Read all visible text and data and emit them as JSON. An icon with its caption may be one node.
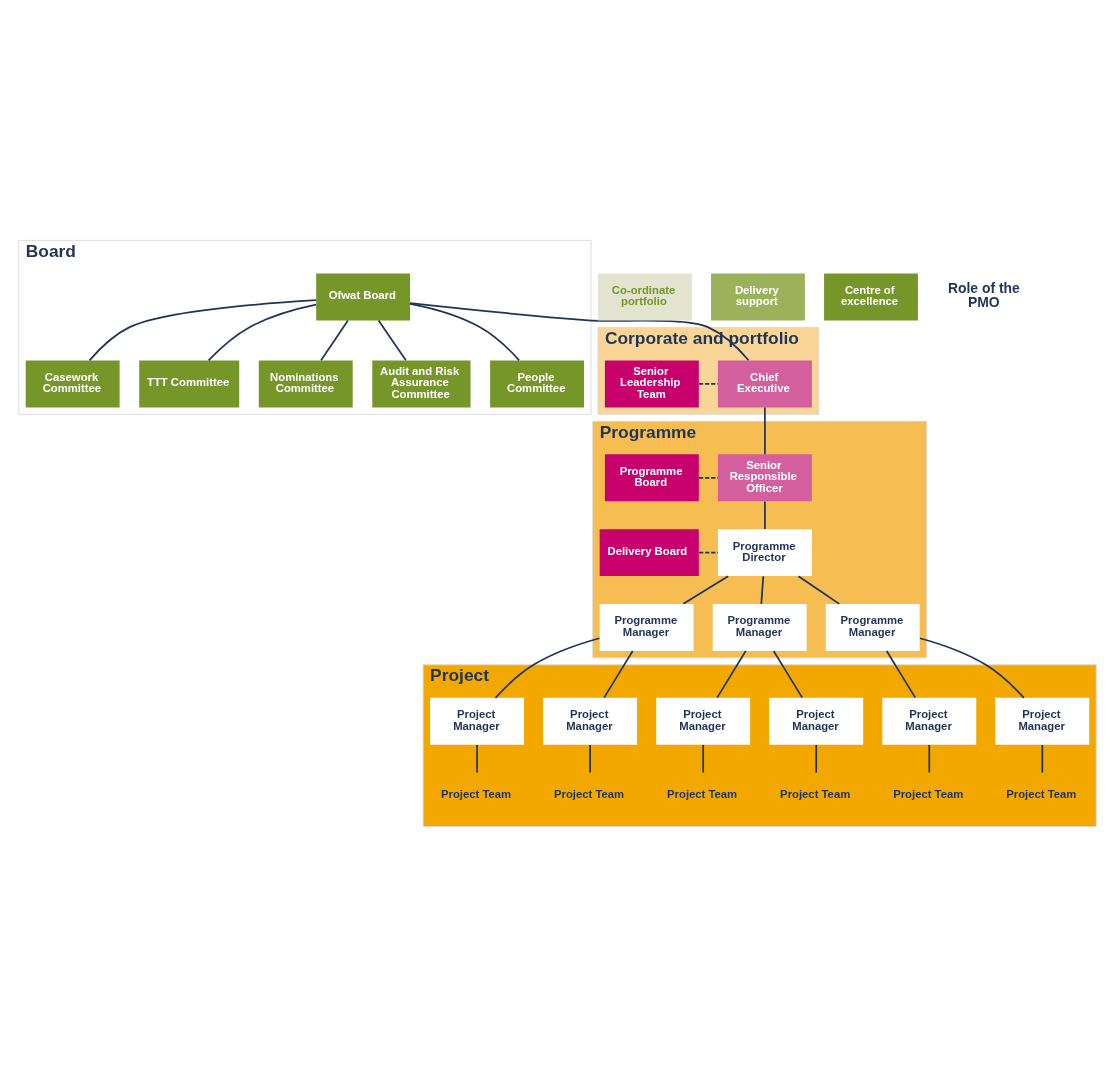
{
  "diagram": {
    "nodes": [
      {
        "text": [
          "Board"
        ]
      },
      {
        "text": [
          "Ofwat Board"
        ],
        "in": 0
      },
      {
        "text": [
          "Casework Committee"
        ],
        "in": 0
      },
      {
        "text": [
          "TTT Committee"
        ],
        "in": 0
      },
      {
        "text": [
          "Nominations Committee"
        ],
        "in": 0
      },
      {
        "text": [
          "Audit and Risk Assurance Committee"
        ],
        "in": 0
      },
      {
        "text": [
          "People Committee"
        ],
        "in": 0
      },
      {
        "text": [
          "Corporate and portfolio"
        ]
      },
      {
        "text": [
          "Senior Leadership Team"
        ],
        "in": 7
      },
      {
        "text": [
          "Chief Executive"
        ],
        "in": 7
      },
      {
        "text": [
          "Programme"
        ]
      },
      {
        "text": [
          "Programme Board"
        ],
        "in": 10
      },
      {
        "text": [
          "Senior Responsible Officer"
        ],
        "in": 10
      },
      {
        "text": [
          "Delivery Board"
        ],
        "in": 10
      },
      {
        "text": [
          "Programme Director"
        ],
        "in": 10
      },
      {
        "text": [
          "Programme Manager"
        ],
        "in": 10
      },
      {
        "text": [
          "Programme Manager"
        ],
        "in": 10
      },
      {
        "text": [
          "Programme Manager"
        ],
        "in": 10
      },
      {
        "text": [
          "Project"
        ]
      },
      {
        "text": [
          "Project Manager"
        ],
        "in": 18
      },
      {
        "text": [
          "Project Manager"
        ],
        "in": 18
      },
      {
        "text": [
          "Project Manager"
        ],
        "in": 18
      },
      {
        "text": [
          "Project Manager"
        ],
        "in": 18
      },
      {
        "text": [
          "Project Manager"
        ],
        "in": 18
      },
      {
        "text": [
          "Project Manager"
        ],
        "in": 18
      },
      {
        "text": [
          "Project Team"
        ],
        "in": 18
      },
      {
        "text": [
          "Project Team"
        ],
        "in": 18
      },
      {
        "text": [
          "Project Team"
        ],
        "in": 18
      },
      {
        "text": [
          "Project Team"
        ],
        "in": 18
      },
      {
        "text": [
          "Project Team"
        ],
        "in": 18
      },
      {
        "text": [
          "Project Team"
        ],
        "in": 18
      },
      {
        "text": [
          "Co-ordinate portfolio"
        ]
      },
      {
        "text": [
          "Delivery support"
        ]
      },
      {
        "text": [
          "Centre of excellence"
        ]
      }
    ],
    "edges": [
      {
        "from": 1,
        "to": 2,
        "arrow": "none"
      },
      {
        "from": 1,
        "to": 3,
        "arrow": "none"
      },
      {
        "from": 1,
        "to": 4,
        "arrow": "none"
      },
      {
        "from": 1,
        "to": 5,
        "arrow": "none"
      },
      {
        "from": 1,
        "to": 6,
        "arrow": "none"
      },
      {
        "from": 1,
        "to": 9,
        "arrow": "none"
      },
      {
        "from": 8,
        "to": 9,
        "arrow": "none",
        "style": "dashed"
      },
      {
        "from": 9,
        "to": 12,
        "arrow": "none"
      },
      {
        "from": 11,
        "to": 12,
        "arrow": "none",
        "style": "dashed"
      },
      {
        "from": 12,
        "to": 14,
        "arrow": "none"
      },
      {
        "from": 13,
        "to": 14,
        "arrow": "none",
        "style": "dashed"
      },
      {
        "from": 14,
        "to": 15,
        "arrow": "none"
      },
      {
        "from": 14,
        "to": 16,
        "arrow": "none"
      },
      {
        "from": 14,
        "to": 17,
        "arrow": "none"
      },
      {
        "from": 15,
        "to": 19,
        "arrow": "none"
      },
      {
        "from": 15,
        "to": 20,
        "arrow": "none"
      },
      {
        "from": 16,
        "to": 21,
        "arrow": "none"
      },
      {
        "from": 16,
        "to": 22,
        "arrow": "none"
      },
      {
        "from": 17,
        "to": 23,
        "arrow": "none"
      },
      {
        "from": 17,
        "to": 24,
        "arrow": "none"
      },
      {
        "from": 19,
        "to": 25,
        "arrow": "none"
      },
      {
        "from": 20,
        "to": 26,
        "arrow": "none"
      },
      {
        "from": 21,
        "to": 27,
        "arrow": "none"
      },
      {
        "from": 22,
        "to": 28,
        "arrow": "none"
      },
      {
        "from": 23,
        "to": 29,
        "arrow": "none"
      },
      {
        "from": 24,
        "to": 30,
        "arrow": "none"
      }
    ],
    "labels": [
      "Role of the PMO"
    ]
  }
}
